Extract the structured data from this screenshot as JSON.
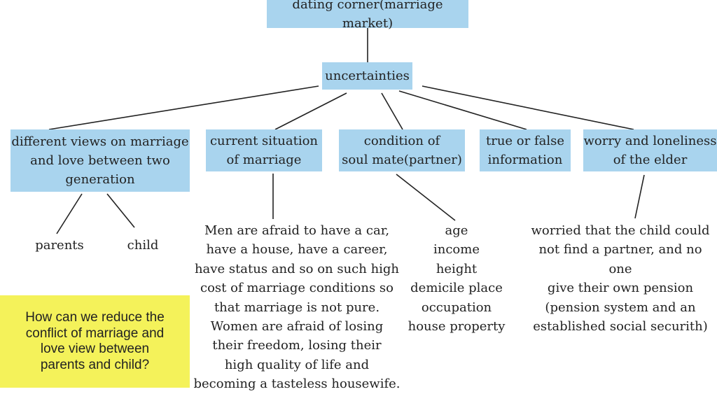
{
  "root": {
    "label": "dating corner(marriage market)"
  },
  "hub": {
    "label": "uncertainties"
  },
  "categories": [
    {
      "lines": [
        "different views on marriage",
        "and love between two",
        "generation"
      ]
    },
    {
      "lines": [
        "current situation",
        "of marriage"
      ]
    },
    {
      "lines": [
        "condition of",
        "soul mate(partner)"
      ]
    },
    {
      "lines": [
        "true or false",
        "information"
      ]
    },
    {
      "lines": [
        "worry and loneliness",
        "of the elder"
      ]
    }
  ],
  "generation_children": [
    "parents",
    "child"
  ],
  "situation_detail": [
    "Men are afraid to have a car,",
    "have a house, have a career,",
    "have status and so on such high",
    "cost of marriage conditions so",
    "that marriage is not pure.",
    "Women are afraid of losing",
    "their freedom, losing their",
    "high quality of life and",
    "becoming a tasteless housewife."
  ],
  "partner_conditions": [
    "age",
    "income",
    "height",
    "demicile place",
    "occupation",
    "house property"
  ],
  "elder_detail": [
    "worried that the child could",
    "not find a partner, and no one",
    "give their own pension",
    "(pension system and an",
    "established social securith)"
  ],
  "question": [
    "How can we reduce the",
    "conflict of marriage and",
    "love view between",
    "parents and child?"
  ],
  "colors": {
    "box": "#a9d4ee",
    "question": "#f4f25a",
    "line": "#222222"
  }
}
